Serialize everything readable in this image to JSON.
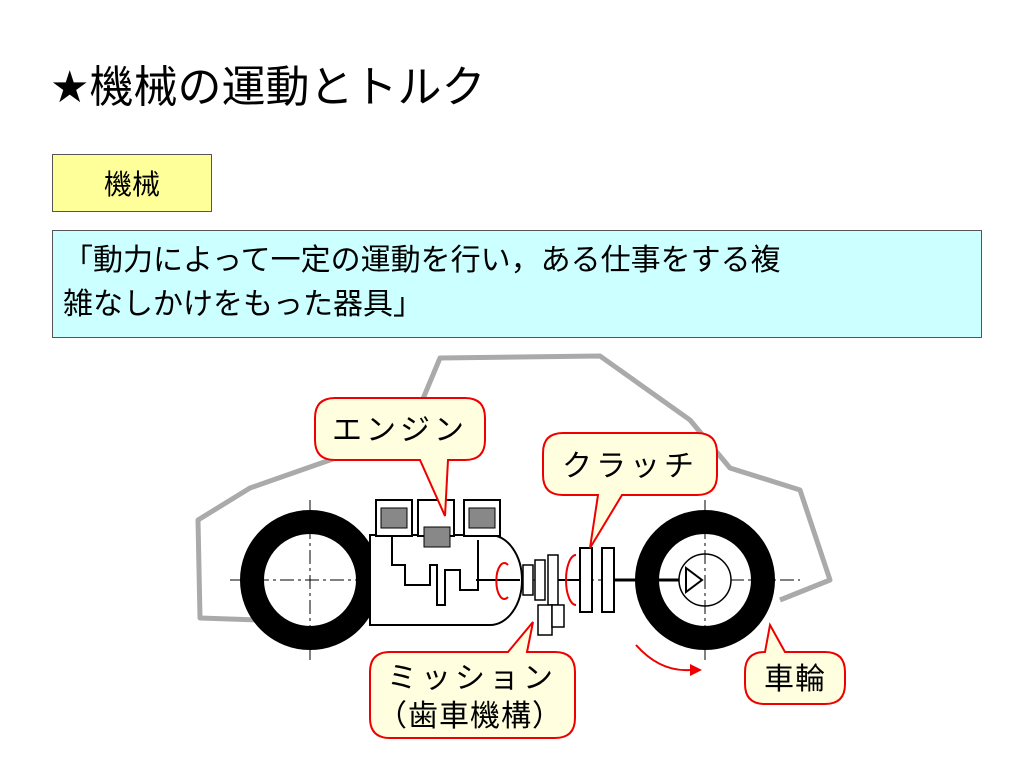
{
  "slide": {
    "title": "★機械の運動とトルク"
  },
  "term": {
    "label": "機械"
  },
  "definition": {
    "line1": "「動力によって一定の運動を行い，ある仕事をする複",
    "line2": "雑なしかけをもった器具」"
  },
  "diagram": {
    "labels": {
      "engine": "エンジン",
      "clutch": "クラッチ",
      "mission_line1": "ミッション",
      "mission_line2": "（歯車機構）",
      "wheel": "車輪"
    },
    "colors": {
      "callout_fill": "#ffffe0",
      "callout_stroke": "#ee0000",
      "car_outline": "#aaaaaa",
      "cylinder_fill": "#888888",
      "accent_red": "#ee0000"
    }
  }
}
